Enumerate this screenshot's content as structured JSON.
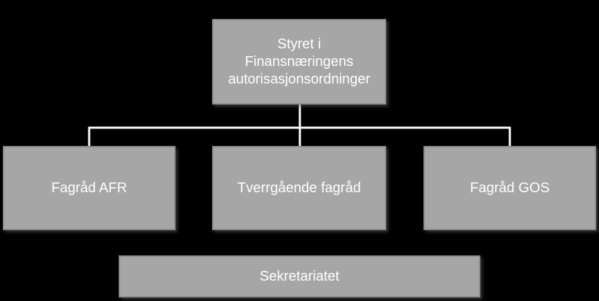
{
  "org_chart": {
    "top": {
      "lines": [
        "Styret i",
        "Finansnæringens",
        "autorisasjonsordninger"
      ]
    },
    "committees": [
      {
        "label": "Fagråd AFR"
      },
      {
        "label": "Tverrgående fagråd"
      },
      {
        "label": "Fagråd GOS"
      }
    ],
    "secretariat": {
      "label": "Sekretariatet"
    }
  },
  "colors": {
    "background": "#000000",
    "box_fill": "#a6a6a6",
    "box_border": "#8c8c8c",
    "connector": "#ffffff",
    "text": "#ffffff"
  }
}
